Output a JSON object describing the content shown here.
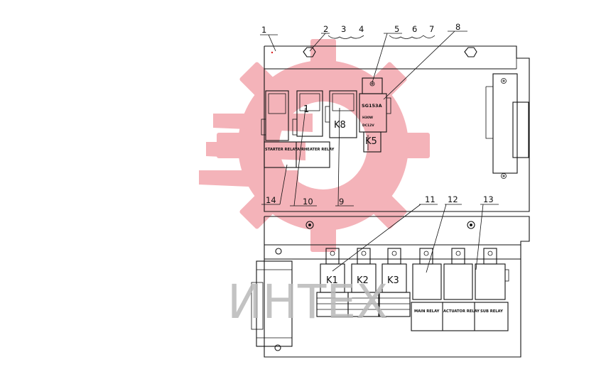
{
  "callouts": [
    "1",
    "2",
    "3",
    "4",
    "5",
    "6",
    "7",
    "8",
    "9",
    "10",
    "11",
    "12",
    "13",
    "14"
  ],
  "relays": {
    "k1": "K1",
    "k2": "K2",
    "k3": "K3",
    "k5": "K5",
    "k8": "K8",
    "k_partial": "1"
  },
  "labels": {
    "starter": "STARTER RELAY",
    "heater": "AIRHEATER RELAY",
    "main": "MAIN RELAY",
    "actuator": "ACTUATOR RELAY",
    "sub": "SUB RELAY"
  },
  "k5_text": {
    "model": "SG153A",
    "rating": "H30W",
    "voltage": "DC12V"
  },
  "watermark": {
    "text": "ИНТЕХ",
    "logo_color": "#f3a6ad",
    "text_color": "#b9b9b9"
  }
}
